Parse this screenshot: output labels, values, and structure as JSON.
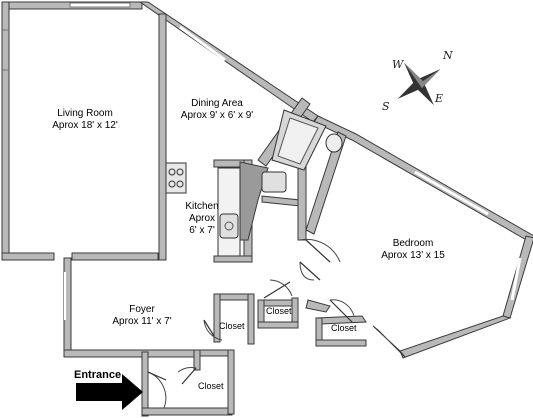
{
  "rooms": {
    "living_room": {
      "name": "Living Room",
      "size": "Aprox 18' x 12'"
    },
    "dining_area": {
      "name": "Dining Area",
      "size": "Aprox  9' x 6' x 9'"
    },
    "kitchen": {
      "name": "Kitchen",
      "size_line1": "Aprox",
      "size_line2": "6' x 7'"
    },
    "bedroom": {
      "name": "Bedroom",
      "size": "Aprox 13' x 15"
    },
    "foyer": {
      "name": "Foyer",
      "size": "Aprox 11' x 7'"
    },
    "closets": [
      "Closet",
      "Closet",
      "Closet",
      "Closet"
    ]
  },
  "entrance_label": "Entrance",
  "compass": {
    "n": "N",
    "e": "E",
    "s": "S",
    "w": "W"
  },
  "colors": {
    "wall": "#b9b9b9",
    "wall_outline": "#3a3a3a",
    "fixture": "#d8d8d8"
  }
}
